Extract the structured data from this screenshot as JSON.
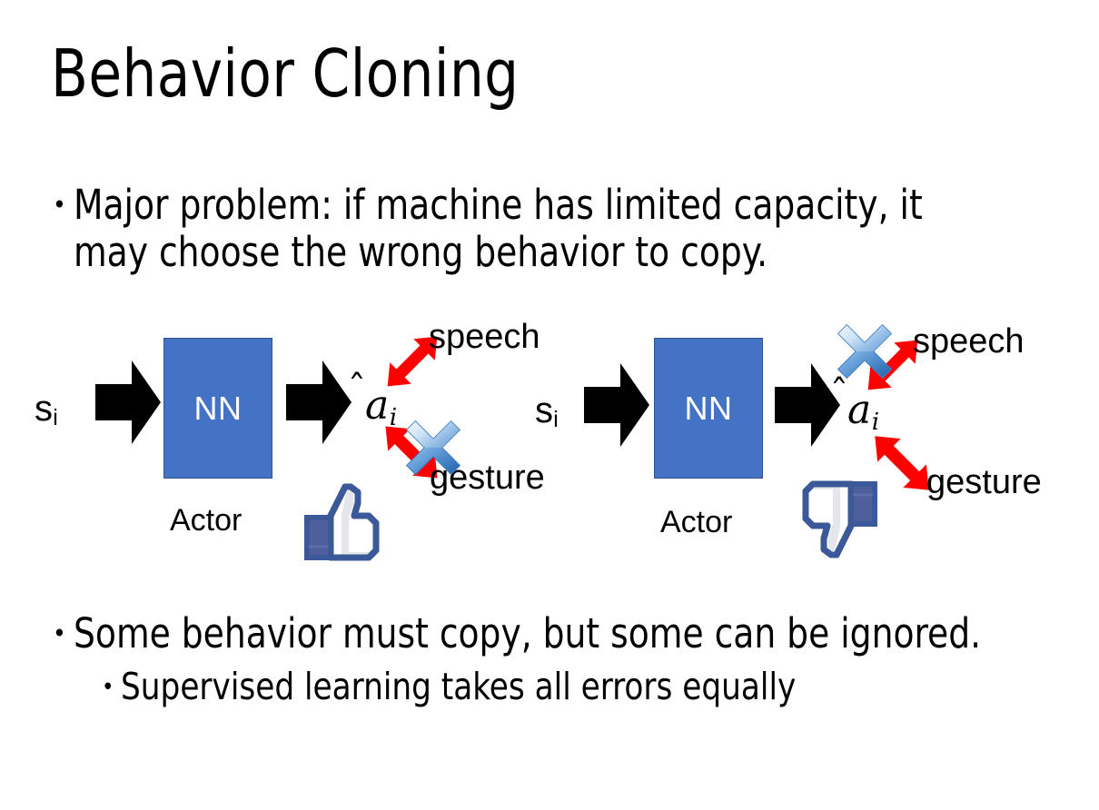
{
  "slide": {
    "title": "Behavior Cloning",
    "background_color": "#FFFFFF"
  },
  "bullets": {
    "top": "Major problem: if machine has limited capacity, it may choose the wrong behavior to copy.",
    "bottom_level1": "Some behavior must copy, but some can be ignored.",
    "bottom_level2": "Supervised learning takes all errors equally",
    "marker": "•"
  },
  "colors": {
    "nn_fill": "#4472C4",
    "nn_border": "#2F528F",
    "nn_text": "#FFFFFF",
    "arrow_black": "#000000",
    "arrow_red": "#FF0000",
    "cross_blue_light": "#DCE9F7",
    "cross_blue_mid": "#72A8E0",
    "cross_blue_dark": "#2E6FB5",
    "thumb_outline": "#3B5998",
    "thumb_cuff": "#4E5F9B",
    "thumb_fill": "#FFFFFF",
    "thumb_shade": "#E4E6EB",
    "text_black": "#000000"
  },
  "diagrams": [
    {
      "id": "left",
      "state_label": "s",
      "state_subscript": "i",
      "nn_label": "NN",
      "actor_label": "Actor",
      "action_symbol": "a",
      "action_subscript": "i",
      "action_hat": "̂",
      "outcome_top": "speech",
      "outcome_bottom": "gesture",
      "crossed_outcome": "gesture",
      "feedback": "thumbs-up",
      "icons": {
        "input_arrow": "block-arrow-right-icon",
        "output_arrow": "block-arrow-right-icon",
        "top_link": "red-double-arrow-icon",
        "bottom_link": "red-double-arrow-icon",
        "cross": "blue-cross-icon",
        "feedback_icon": "thumbs-up-icon"
      }
    },
    {
      "id": "right",
      "state_label": "s",
      "state_subscript": "i",
      "nn_label": "NN",
      "actor_label": "Actor",
      "action_symbol": "a",
      "action_subscript": "i",
      "action_hat": "̂",
      "outcome_top": "speech",
      "outcome_bottom": "gesture",
      "crossed_outcome": "speech",
      "feedback": "thumbs-down",
      "icons": {
        "input_arrow": "block-arrow-right-icon",
        "output_arrow": "block-arrow-right-icon",
        "top_link": "red-double-arrow-icon",
        "bottom_link": "red-double-arrow-icon",
        "cross": "blue-cross-icon",
        "feedback_icon": "thumbs-down-icon"
      }
    }
  ]
}
